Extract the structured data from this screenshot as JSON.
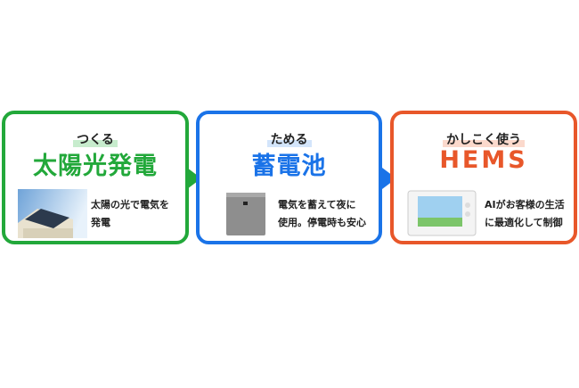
{
  "colors": {
    "green": "#22a83a",
    "blue": "#1a73e8",
    "orange": "#e8572a"
  },
  "cards": [
    {
      "subtitle": "つくる",
      "title": "太陽光発電",
      "desc": [
        "太陽の光で電気を",
        "発電"
      ],
      "image": "house-solar-panel"
    },
    {
      "subtitle": "ためる",
      "title": "蓄電池",
      "desc": [
        "電気を蓄えて夜に",
        "使用。停電時も安心"
      ],
      "image": "storage-battery"
    },
    {
      "subtitle": "かしこく使う",
      "title": "HEMS",
      "desc": [
        "AIがお客様の生活",
        "に最適化して制御"
      ],
      "image": "hems-monitor"
    }
  ]
}
